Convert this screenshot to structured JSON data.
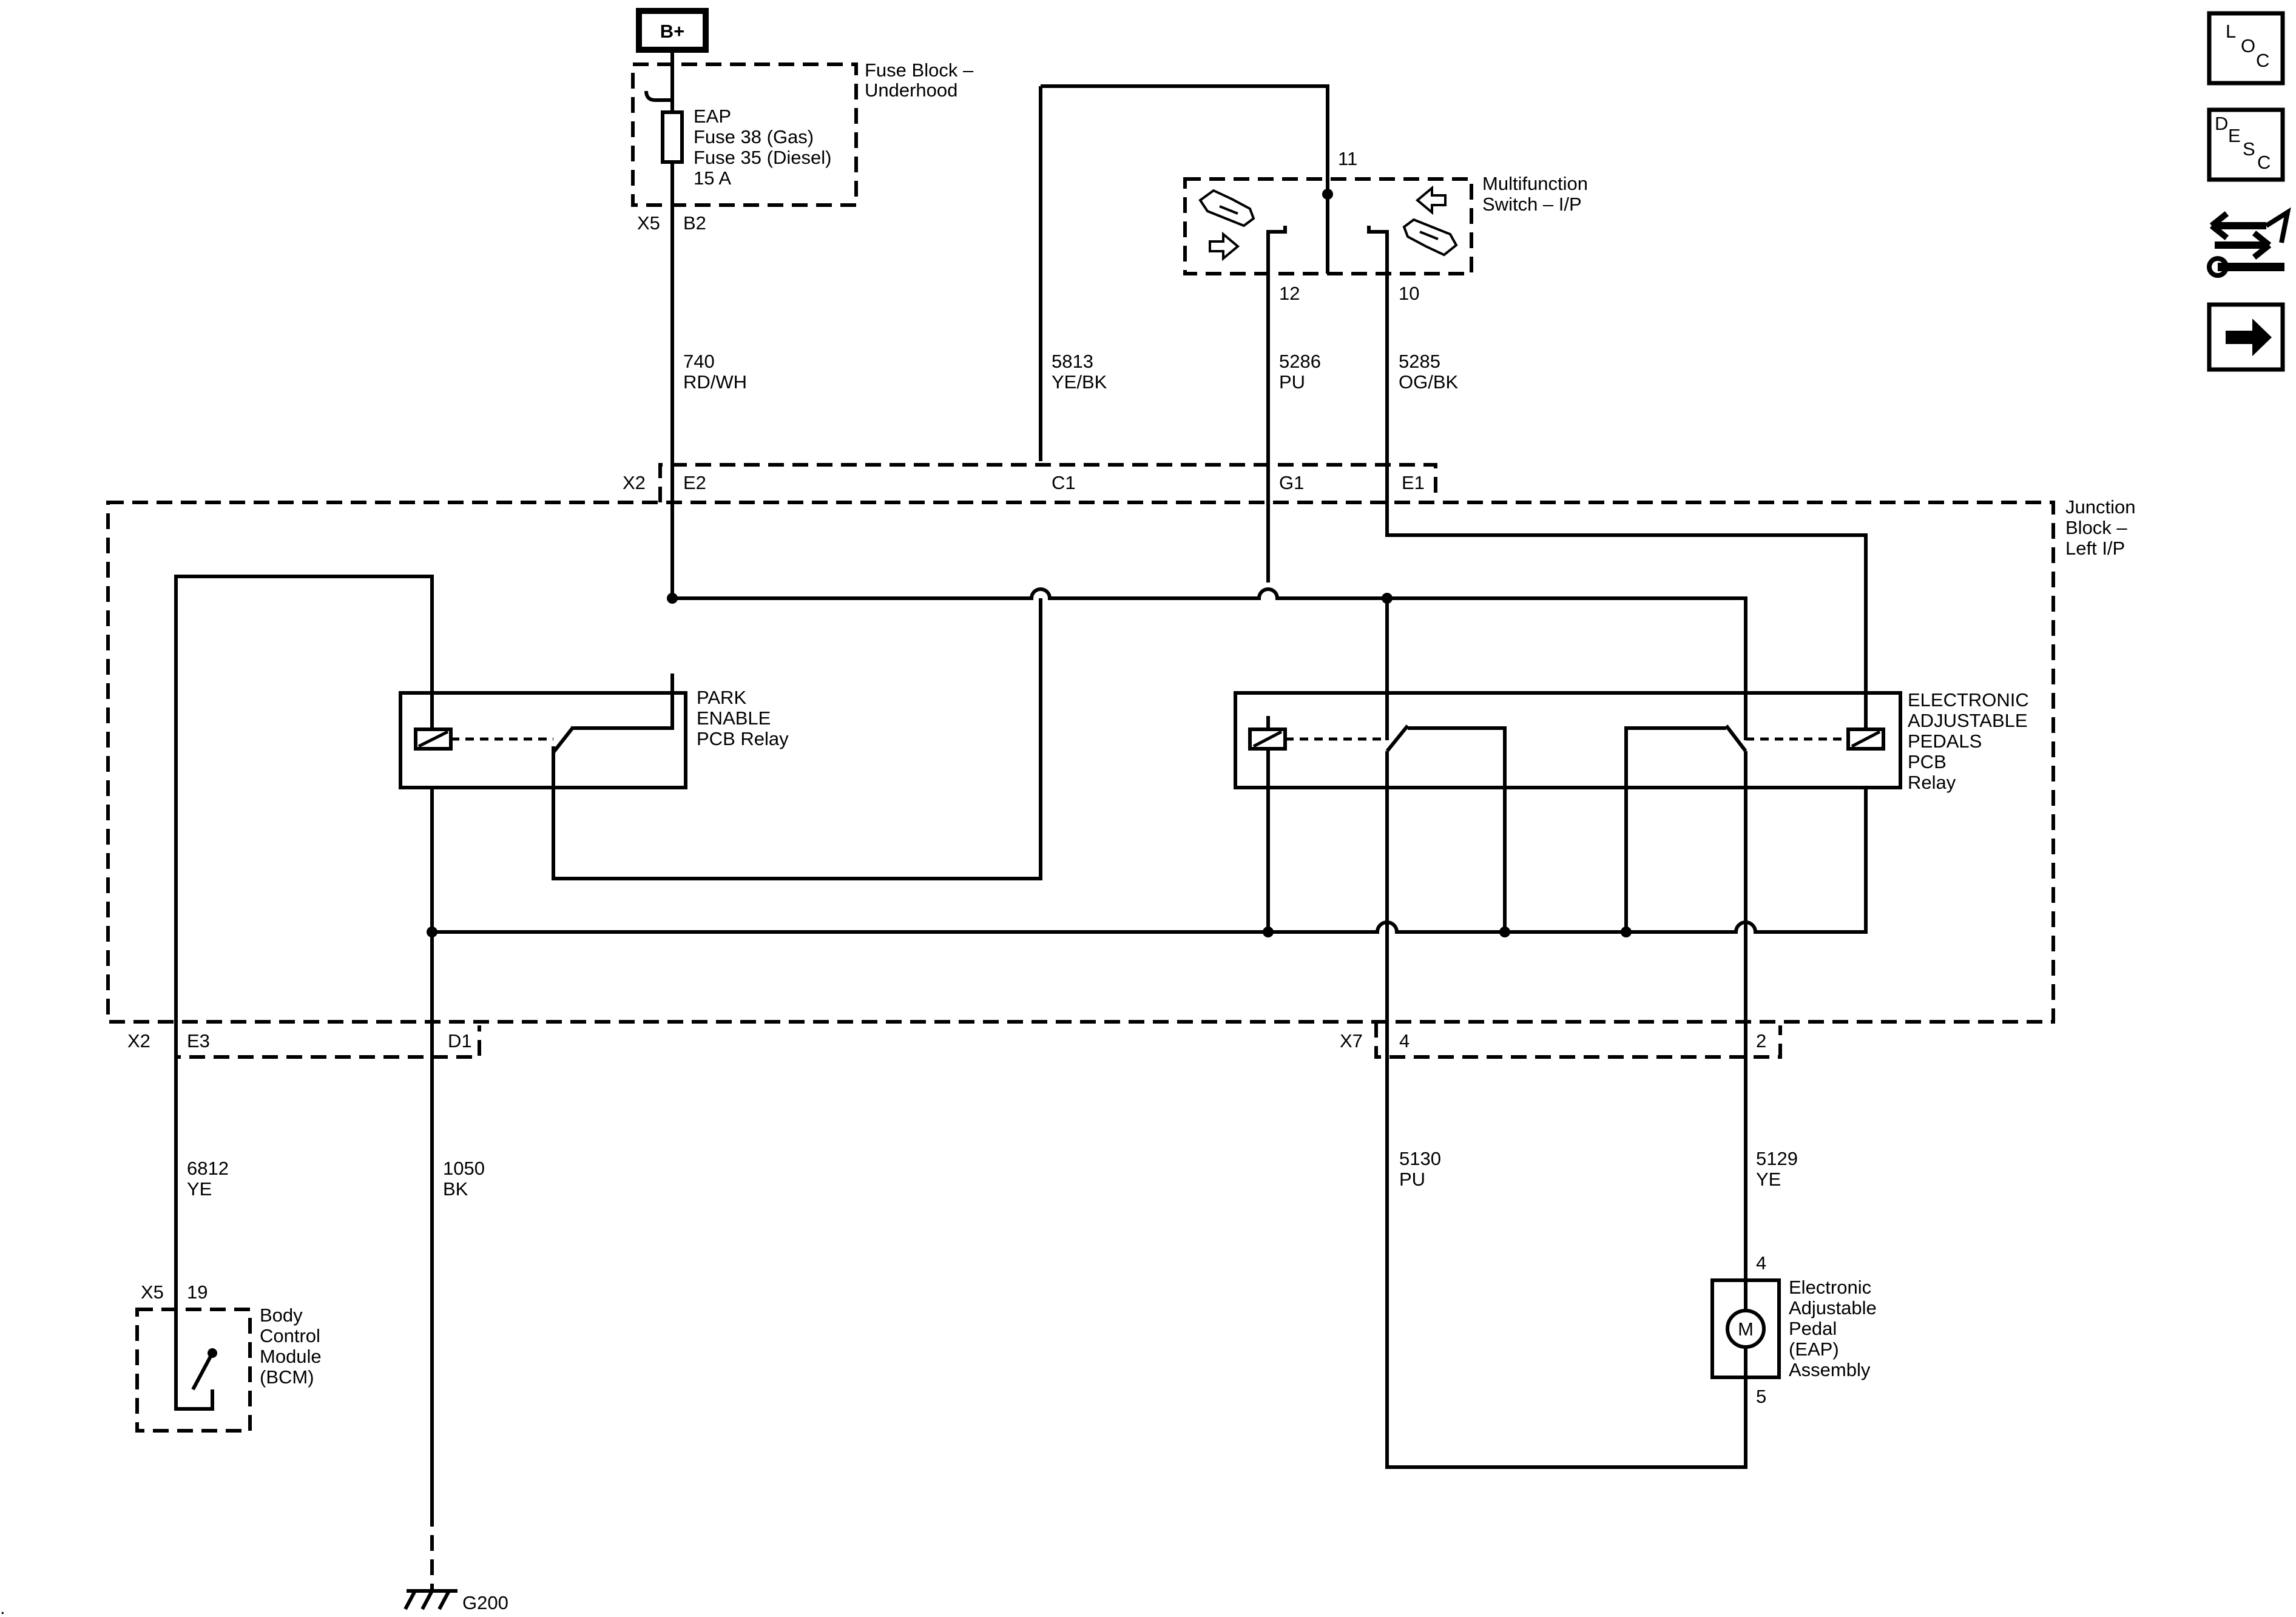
{
  "supply": {
    "label": "B+"
  },
  "fuse_block": {
    "name": [
      "Fuse Block –",
      "Underhood"
    ],
    "fuse_lines": [
      "EAP",
      "Fuse 38 (Gas)",
      "Fuse 35 (Diesel)",
      "15 A"
    ],
    "connector": "X5",
    "pin": "B2"
  },
  "multifunction_switch": {
    "name": [
      "Multifunction",
      "Switch – I/P"
    ],
    "pin_top": "11",
    "pin_left": "12",
    "pin_right": "10"
  },
  "wires": {
    "w740": {
      "circuit": "740",
      "color": "RD/WH"
    },
    "w5813": {
      "circuit": "5813",
      "color": "YE/BK"
    },
    "w5286": {
      "circuit": "5286",
      "color": "PU"
    },
    "w5285": {
      "circuit": "5285",
      "color": "OG/BK"
    },
    "w6812": {
      "circuit": "6812",
      "color": "YE"
    },
    "w1050": {
      "circuit": "1050",
      "color": "BK"
    },
    "w5130": {
      "circuit": "5130",
      "color": "PU"
    },
    "w5129": {
      "circuit": "5129",
      "color": "YE"
    }
  },
  "junction_block": {
    "name": [
      "Junction",
      "Block –",
      "Left I/P"
    ],
    "x2_top": {
      "connector": "X2",
      "pins": [
        "E2",
        "C1",
        "G1",
        "E1"
      ]
    },
    "x2_bottom": {
      "connector": "X2",
      "pins": [
        "E3",
        "D1"
      ]
    },
    "x7_bottom": {
      "connector": "X7",
      "pins": [
        "4",
        "2"
      ]
    }
  },
  "park_relay": {
    "name": [
      "PARK",
      "ENABLE",
      "PCB Relay"
    ]
  },
  "eap_relay": {
    "name": [
      "ELECTRONIC",
      "ADJUSTABLE",
      "PEDALS",
      "PCB",
      "Relay"
    ]
  },
  "bcm": {
    "name": [
      "Body",
      "Control",
      "Module",
      "(BCM)"
    ],
    "connector": "X5",
    "pin": "19"
  },
  "eap_assembly": {
    "name": [
      "Electronic",
      "Adjustable",
      "Pedal",
      "(EAP)",
      "Assembly"
    ],
    "pin_top": "4",
    "pin_bottom": "5",
    "motor_symbol": "M"
  },
  "ground": {
    "label": "G200"
  },
  "side_panel": {
    "loc": [
      "L",
      "O",
      "C"
    ],
    "desc": [
      "D",
      "E",
      "S",
      "C"
    ],
    "icons": [
      "connector-repair-icon",
      "arrow-right-icon"
    ]
  }
}
